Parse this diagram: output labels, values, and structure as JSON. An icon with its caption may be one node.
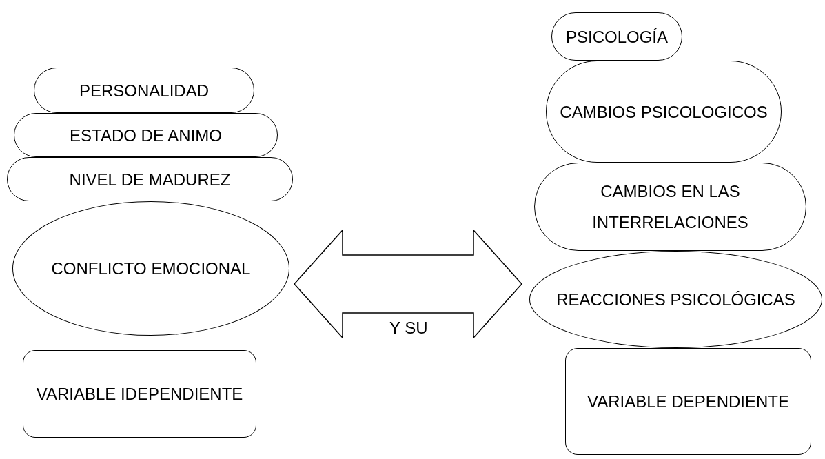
{
  "diagram": {
    "nodes": [
      {
        "text": [
          "PERSONALIDAD"
        ]
      },
      {
        "text": [
          "ESTADO DE ANIMO"
        ]
      },
      {
        "text": [
          "NIVEL DE MADUREZ"
        ]
      },
      {
        "text": [
          "CONFLICTO EMOCIONAL"
        ]
      },
      {
        "text": [
          "VARIABLE IDEPENDIENTE"
        ]
      },
      {
        "text": [
          "PSICOLOGÍA"
        ]
      },
      {
        "text": [
          "CAMBIOS PSICOLOGICOS"
        ]
      },
      {
        "text": [
          "CAMBIOS EN LAS INTERRELACIONES"
        ]
      },
      {
        "text": [
          "REACCIONES PSICOLÓGICAS"
        ]
      },
      {
        "text": [
          "VARIABLE DEPENDIENTE"
        ]
      }
    ],
    "edges": [
      {
        "from": 3,
        "to": 8,
        "arrow": "both",
        "label": "Y SU",
        "style": "thick"
      }
    ]
  }
}
